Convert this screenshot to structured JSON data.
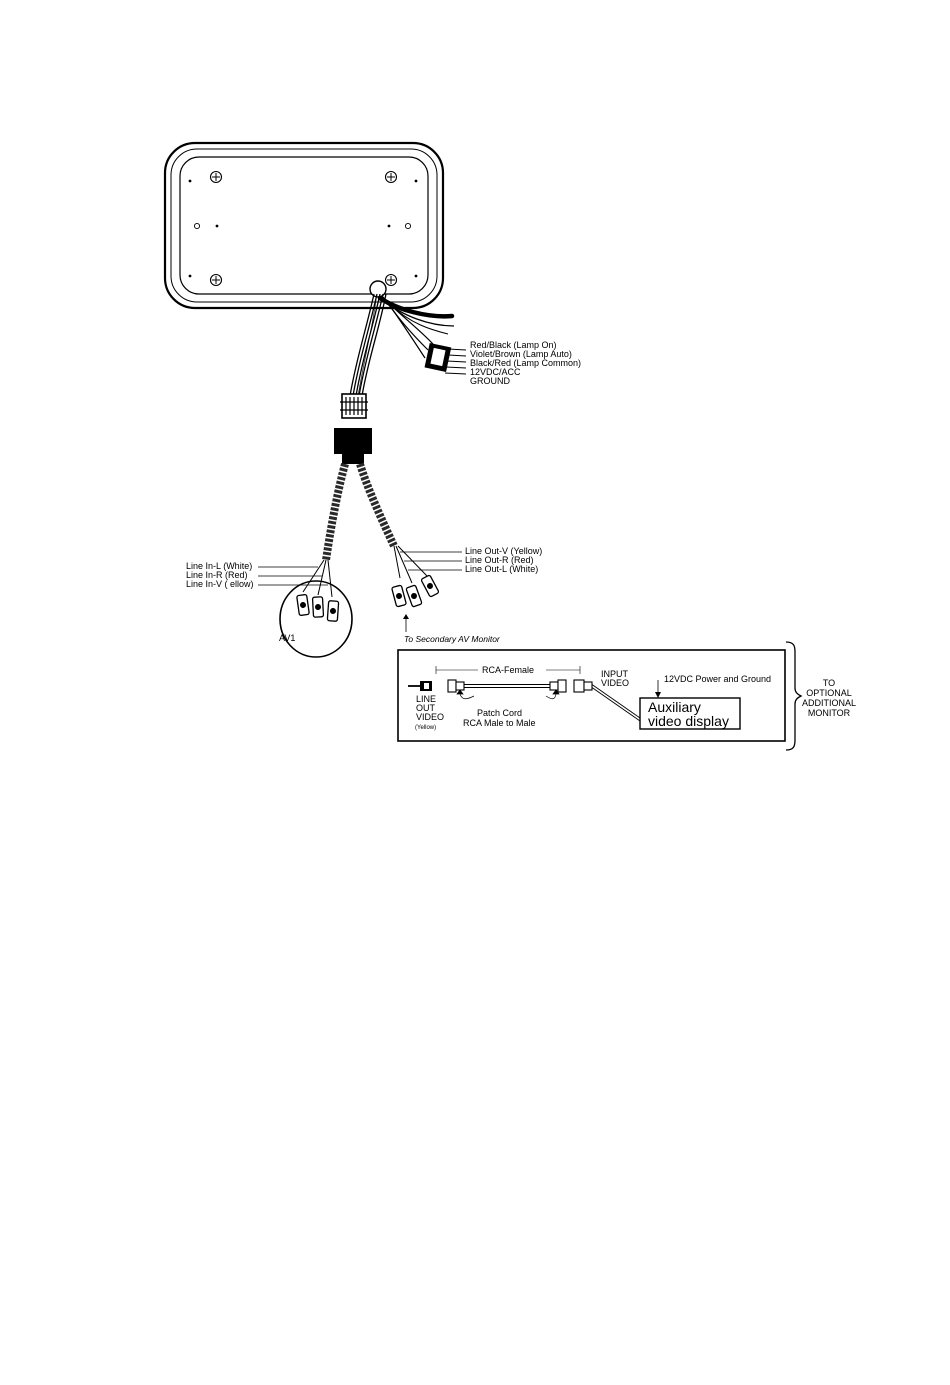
{
  "power_connector": {
    "wires": [
      "Red/Black (Lamp On)",
      "Violet/Brown (Lamp Auto)",
      "Black/Red (Lamp Common)",
      "12VDC/ACC",
      "GROUND"
    ]
  },
  "line_in": {
    "labels": [
      "Line In-L (White)",
      "Line In-R (Red)",
      "Line In-V (  ellow)"
    ],
    "group_label": "AV1"
  },
  "line_out": {
    "labels": [
      "Line Out-V (Yellow)",
      "Line Out-R (Red)",
      "Line Out-L (White)"
    ],
    "destination": "To Secondary AV Monitor"
  },
  "inset": {
    "rca_female": "RCA-Female",
    "input_video": [
      "INPUT",
      "VIDEO"
    ],
    "power_ground": "12VDC Power and Ground",
    "line_out_video": [
      "LINE",
      "OUT",
      "VIDEO"
    ],
    "yellow_note": "(Yellow)",
    "patch_cord": [
      "Patch Cord",
      "RCA Male to Male"
    ],
    "aux_display": [
      "Auxiliary",
      "video display"
    ]
  },
  "optional_monitor": [
    "TO",
    "OPTIONAL",
    "ADDITIONAL",
    "MONITOR"
  ],
  "colors": {
    "ink": "#000000",
    "paper": "#ffffff",
    "cable_fill": "#2a2a2a"
  }
}
